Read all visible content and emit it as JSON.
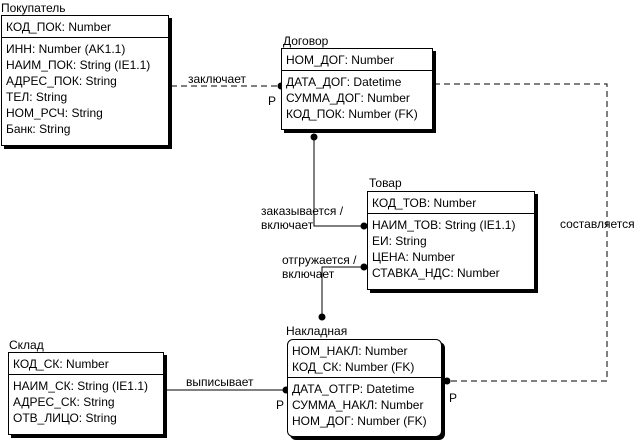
{
  "entities": {
    "pokupatel": {
      "title": "Покупатель",
      "pk": [
        "КОД_ПОК: Number"
      ],
      "attrs": [
        "ИНН: Number (AK1.1)",
        "НАИМ_ПОК: String (IE1.1)",
        "АДРЕС_ПОК: String",
        "ТЕЛ: String",
        "НОМ_РСЧ: String",
        "Банк: String"
      ]
    },
    "dogovor": {
      "title": "Договор",
      "pk": [
        "НОМ_ДОГ: Number"
      ],
      "attrs": [
        "ДАТА_ДОГ: Datetime",
        "СУММА_ДОГ: Number",
        "КОД_ПОК: Number (FK)"
      ]
    },
    "tovar": {
      "title": "Товар",
      "pk": [
        "КОД_ТОВ: Number"
      ],
      "attrs": [
        "НАИМ_ТОВ: String (IE1.1)",
        "ЕИ: String",
        "ЦЕНА: Number",
        "СТАВКА_НДС: Number"
      ]
    },
    "sklad": {
      "title": "Склад",
      "pk": [
        "КОД_СК: Number"
      ],
      "attrs": [
        "НАИМ_СК: String (IE1.1)",
        "АДРЕС_СК: String",
        "ОТВ_ЛИЦО: String"
      ]
    },
    "nakladnaya": {
      "title": "Накладная",
      "pk": [
        "НОМ_НАКЛ: Number",
        "КОД_СК: Number (FK)"
      ],
      "attrs": [
        "ДАТА_ОТГР: Datetime",
        "СУММА_НАКЛ: Number",
        "НОМ_ДОГ: Number (FK)"
      ]
    }
  },
  "relationships": {
    "zaklyuchaet": {
      "label": "заключает",
      "cardinality": "P"
    },
    "zakazyvaetsya": {
      "label_line1": "заказывается /",
      "label_line2": "включает"
    },
    "otgruzhaetsya": {
      "label_line1": "отгружается /",
      "label_line2": "включает"
    },
    "sostavlyaetsya": {
      "label": "составляется",
      "cardinality": "P"
    },
    "vypisyvaet": {
      "label": "выписывает",
      "cardinality": "P"
    }
  }
}
